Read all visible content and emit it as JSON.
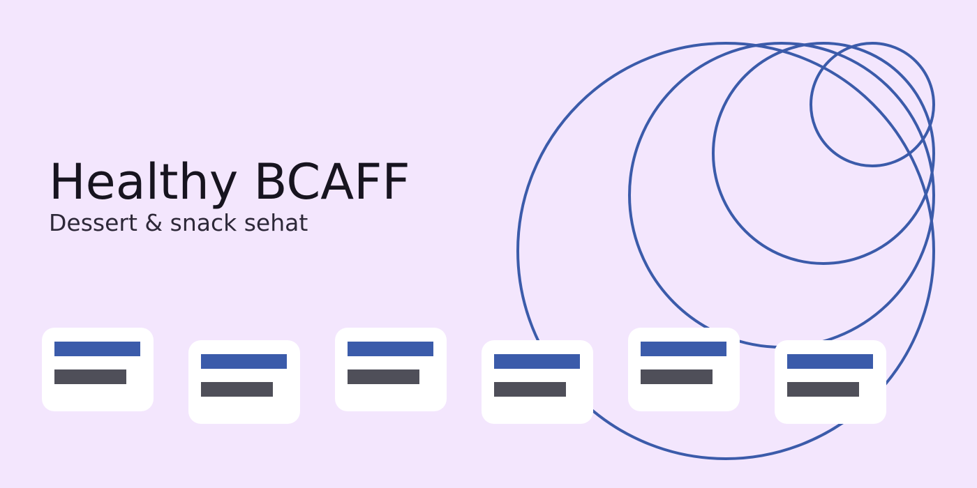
{
  "hero": {
    "title": "Healthy BCAFF",
    "subtitle": "Dessert & snack sehat"
  },
  "colors": {
    "background": "#f3e6fd",
    "accent": "#3b5baa",
    "placeholder": "#4f4f59",
    "card": "#ffffff",
    "title": "#17141f"
  },
  "cards": [
    {
      "kind": "placeholder-card"
    },
    {
      "kind": "placeholder-card"
    },
    {
      "kind": "placeholder-card"
    },
    {
      "kind": "placeholder-card"
    },
    {
      "kind": "placeholder-card"
    },
    {
      "kind": "placeholder-card"
    }
  ]
}
